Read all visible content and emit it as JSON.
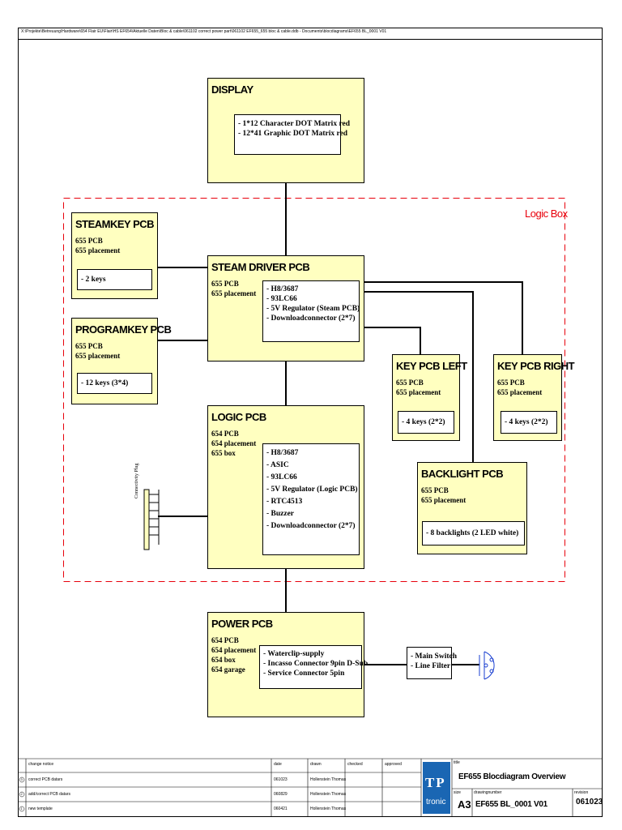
{
  "path": "X:\\Projekte\\Betreuung\\Hardware\\654 Flair EU\\Flair\\HS EF654\\Aktuelle Daten\\Bloc & cable\\061102 correct power part\\061102 EF655_655 bloc & cable.ddb - Documents\\blocdiagrams\\EF655 BL_0001 V01",
  "logic_box_label": "Logic Box",
  "blocks": {
    "display": {
      "title": "DISPLAY",
      "features": [
        "- 1*12 Character DOT Matrix red",
        "- 12*41 Graphic DOT Matrix red"
      ]
    },
    "steamkey": {
      "title": "STEAMKEY PCB",
      "sub": [
        "655 PCB",
        "655 placement"
      ],
      "features": [
        "- 2 keys"
      ]
    },
    "programkey": {
      "title": "PROGRAMKEY PCB",
      "sub": [
        "655 PCB",
        "655 placement"
      ],
      "features": [
        "- 12 keys (3*4)"
      ]
    },
    "steamdriver": {
      "title": "STEAM DRIVER PCB",
      "sub": [
        "655 PCB",
        "655 placement"
      ],
      "features": [
        "- H8/3687",
        "- 93LC66",
        "- 5V Regulator (Steam PCB)",
        "- Downloadconnector (2*7)"
      ]
    },
    "keyleft": {
      "title": "KEY PCB LEFT",
      "sub": [
        "655 PCB",
        "655 placement"
      ],
      "features": [
        "- 4 keys (2*2)"
      ]
    },
    "keyright": {
      "title": "KEY PCB RIGHT",
      "sub": [
        "655 PCB",
        "655 placement"
      ],
      "features": [
        "- 4 keys (2*2)"
      ]
    },
    "logic": {
      "title": "LOGIC PCB",
      "sub": [
        "654 PCB",
        "654 placement",
        "655 box"
      ],
      "features": [
        "- H8/3687",
        "- ASIC",
        "- 93LC66",
        "- 5V Regulator (Logic PCB)",
        "- RTC4513",
        "- Buzzer",
        "- Downloadconnector (2*7)"
      ]
    },
    "backlight": {
      "title": "BACKLIGHT PCB",
      "sub": [
        "655 PCB",
        "655 placement"
      ],
      "features": [
        "- 8 backlights (2 LED white)"
      ]
    },
    "power": {
      "title": "POWER PCB",
      "sub": [
        "654 PCB",
        "654 placement",
        "654 box",
        "654 garage"
      ],
      "features": [
        "- Waterclip-supply",
        "- Incasso Connector 9pin D-Sub",
        "- Service Connector 5pin"
      ]
    },
    "mains": {
      "features": [
        "- Main Switch",
        "- Line Filter"
      ]
    }
  },
  "connectivity_label": "Connectivity Plug",
  "title_block": {
    "headers": {
      "change": "change notice",
      "date": "date",
      "drawn": "drawn",
      "checked": "checked",
      "approved": "approved"
    },
    "rows": [
      {
        "idx": "3",
        "change": "correct PCB datars",
        "date": "061023",
        "drawn": "Hollenstein Thomas"
      },
      {
        "idx": "2",
        "change": "add/correct PCB datars",
        "date": "060829",
        "drawn": "Hollenstein Thomas"
      },
      {
        "idx": "1",
        "change": "new template",
        "date": "060421",
        "drawn": "Hollenstein Thomas"
      }
    ],
    "logo_top": "T P",
    "logo_bottom": "tronic",
    "title_label": "title",
    "title": "EF655 Blocdiagram Overview",
    "size_label": "size",
    "size": "A3",
    "drawing_label": "drawingnumber",
    "drawing_number": "EF655 BL_0001 V01",
    "revision_label": "revision",
    "revision": "061023"
  },
  "colors": {
    "block_fill": "#ffffc0",
    "logic_box_border": "#e8000b",
    "logo": "#1a66b3"
  }
}
